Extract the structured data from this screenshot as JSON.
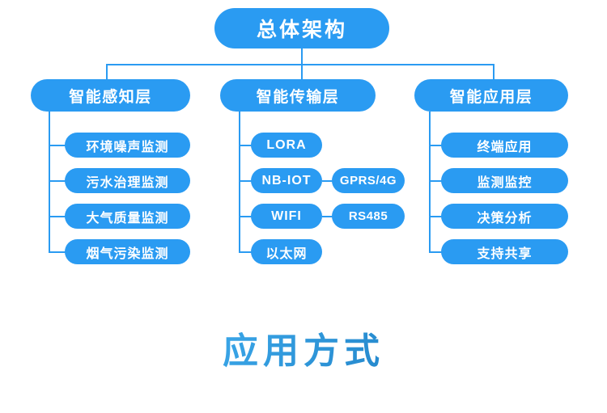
{
  "theme": {
    "pill_blue": "#2a9bf2",
    "line_blue": "#2a9bf2",
    "pill_text": "#ffffff",
    "heading_gradient_from": "#5fc4f0",
    "heading_gradient_to": "#1a6fae",
    "background": "#ffffff"
  },
  "diagram": {
    "root": {
      "label": "总体架构"
    },
    "columns": [
      {
        "layer_label": "智能感知层",
        "items": [
          {
            "label": "环境噪声监测"
          },
          {
            "label": "污水治理监测"
          },
          {
            "label": "大气质量监测"
          },
          {
            "label": "烟气污染监测"
          }
        ]
      },
      {
        "layer_label": "智能传输层",
        "items": [
          {
            "label": "LORA",
            "side": null
          },
          {
            "label": "NB-IOT",
            "side": "GPRS/4G"
          },
          {
            "label": "WIFI",
            "side": "RS485"
          },
          {
            "label": "以太网",
            "side": null
          }
        ]
      },
      {
        "layer_label": "智能应用层",
        "items": [
          {
            "label": "终端应用"
          },
          {
            "label": "监测监控"
          },
          {
            "label": "决策分析"
          },
          {
            "label": "支持共享"
          }
        ]
      }
    ]
  },
  "bottom_heading": {
    "label": "应用方式"
  }
}
